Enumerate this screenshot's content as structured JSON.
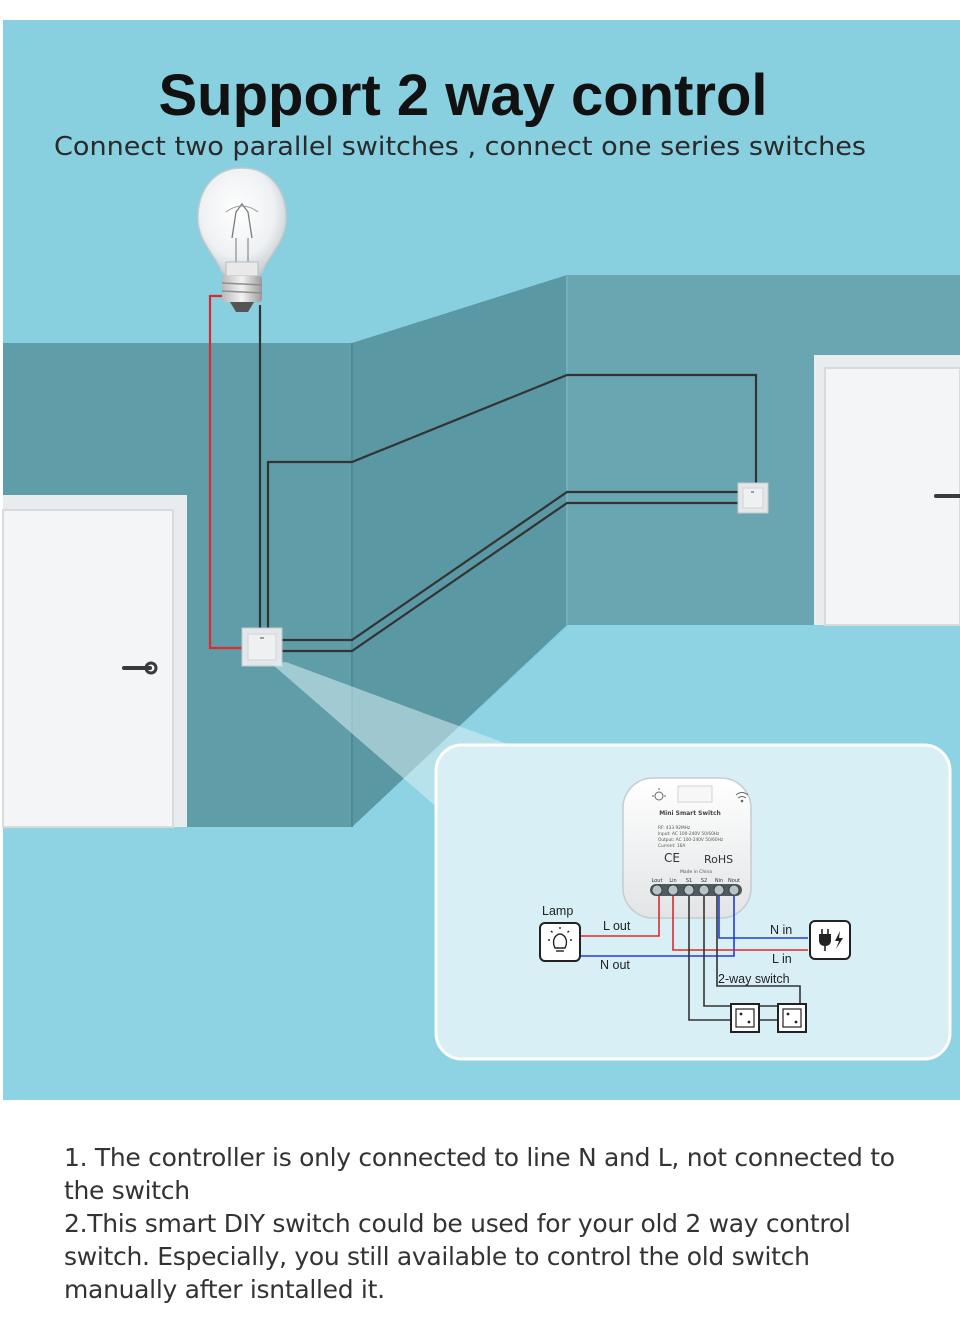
{
  "header": {
    "title": "Support 2 way control",
    "subtitle": "Connect two parallel switches , connect one series switches"
  },
  "module": {
    "name": "Mini Smart Switch",
    "spec_rf": "RF: 433.92MHz",
    "spec_input": "Input:  AC 100-240V  50/60Hz",
    "spec_output": "Output:  AC 100-240V  50/60Hz",
    "spec_current": "Current: 16A",
    "cert_ce": "CE",
    "cert_rohs": "RoHS",
    "origin": "Made in China",
    "terminals": [
      "Lout",
      "Lin",
      "S1",
      "S2",
      "Nin",
      "Nout"
    ]
  },
  "wiring": {
    "lamp": "Lamp",
    "l_out": "L out",
    "n_out": "N out",
    "n_in": "N in",
    "l_in": "L in",
    "two_way_switch": "2-way switch"
  },
  "notes": {
    "line1": "1. The controller is only connected to line N and L, not connected to the switch",
    "line2": "2.This smart DIY switch could be used for your old 2 way control switch. Especially, you still available to control the old switch manually after isntalled it."
  },
  "colors": {
    "sky": "#88cfe0",
    "wall_dark": "#5f9ea9",
    "wire_live": "#e0282c",
    "wire_neutral": "#1f3fd6",
    "wire_dark": "#333333"
  }
}
